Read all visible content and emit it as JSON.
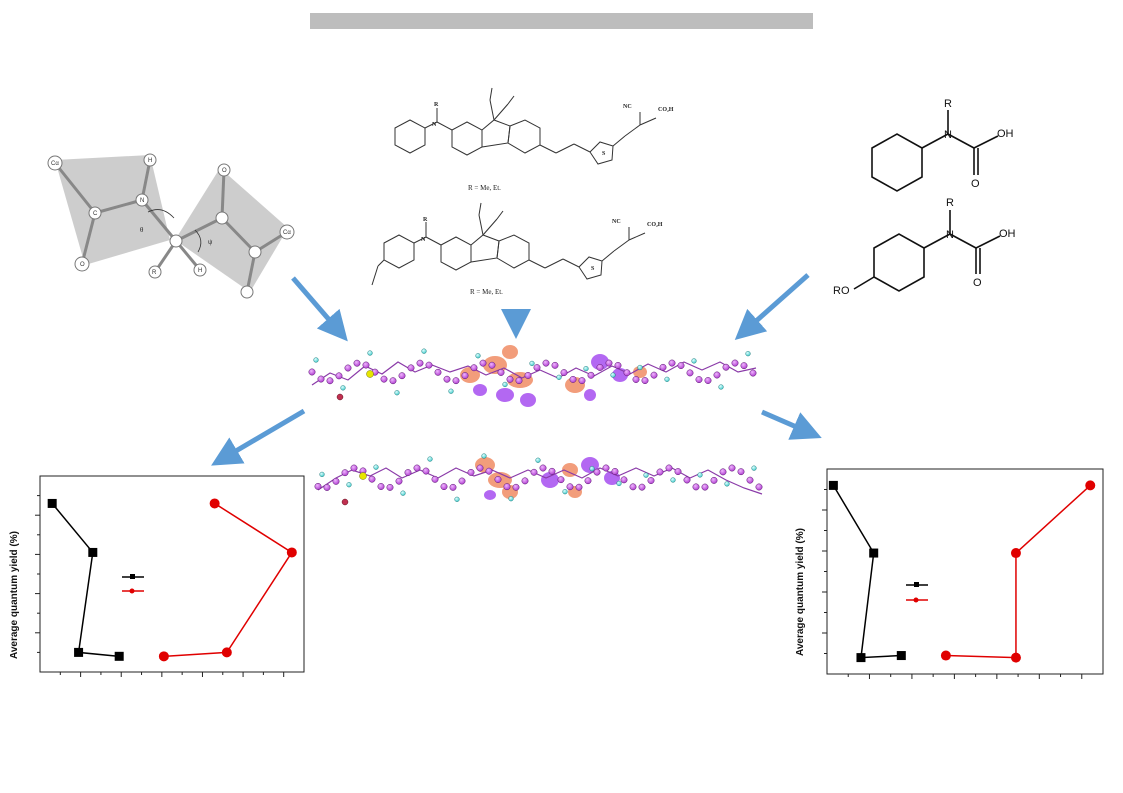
{
  "title_bar": {
    "text": ""
  },
  "diagram_labels": {
    "r_sub_top": "R = Me, Et.",
    "r_sub_bottom": "R = Me, Et.",
    "theta": "θ",
    "psi": "ψ",
    "ro_label": "RO",
    "r_top": "R",
    "r_bottom": "R",
    "r_left": "R",
    "n_label": "N",
    "oh_label": "OH",
    "o_label": "O",
    "nc_label": "NC",
    "co2h_label": "CO₂H",
    "s_label": "S",
    "ca_top": "Cα",
    "ca_right": "Cα",
    "h_label": "H",
    "c_label": "C",
    "colors": {
      "arrow": "#5b9bd5",
      "series_black": "#000000",
      "series_red": "#e00000",
      "bar": "#bdbdbd"
    }
  },
  "chart_data": [
    {
      "type": "line",
      "ylabel": "Average quantum yield (%)",
      "xlim": [
        0,
        13
      ],
      "ylim": [
        0,
        10
      ],
      "series": [
        {
          "x": [
            0.6,
            2.6,
            1.9,
            3.9
          ],
          "y": [
            8.6,
            6.1,
            1.0,
            0.8
          ],
          "color": "#000000",
          "marker": "square"
        },
        {
          "x": [
            8.6,
            12.4,
            9.2,
            6.1
          ],
          "y": [
            8.6,
            6.1,
            1.0,
            0.8
          ],
          "color": "#e00000",
          "marker": "circle"
        }
      ],
      "legend": "center"
    },
    {
      "type": "line",
      "ylabel": "Average quantum yield (%)",
      "xlim": [
        0,
        13
      ],
      "ylim": [
        0,
        10
      ],
      "series": [
        {
          "x": [
            0.3,
            2.2,
            1.6,
            3.5
          ],
          "y": [
            9.2,
            5.9,
            0.8,
            0.9
          ],
          "color": "#000000",
          "marker": "square"
        },
        {
          "x": [
            12.4,
            8.9,
            8.9,
            5.6
          ],
          "y": [
            9.2,
            5.9,
            0.8,
            0.9
          ],
          "color": "#e00000",
          "marker": "circle"
        }
      ],
      "legend": "center"
    }
  ]
}
